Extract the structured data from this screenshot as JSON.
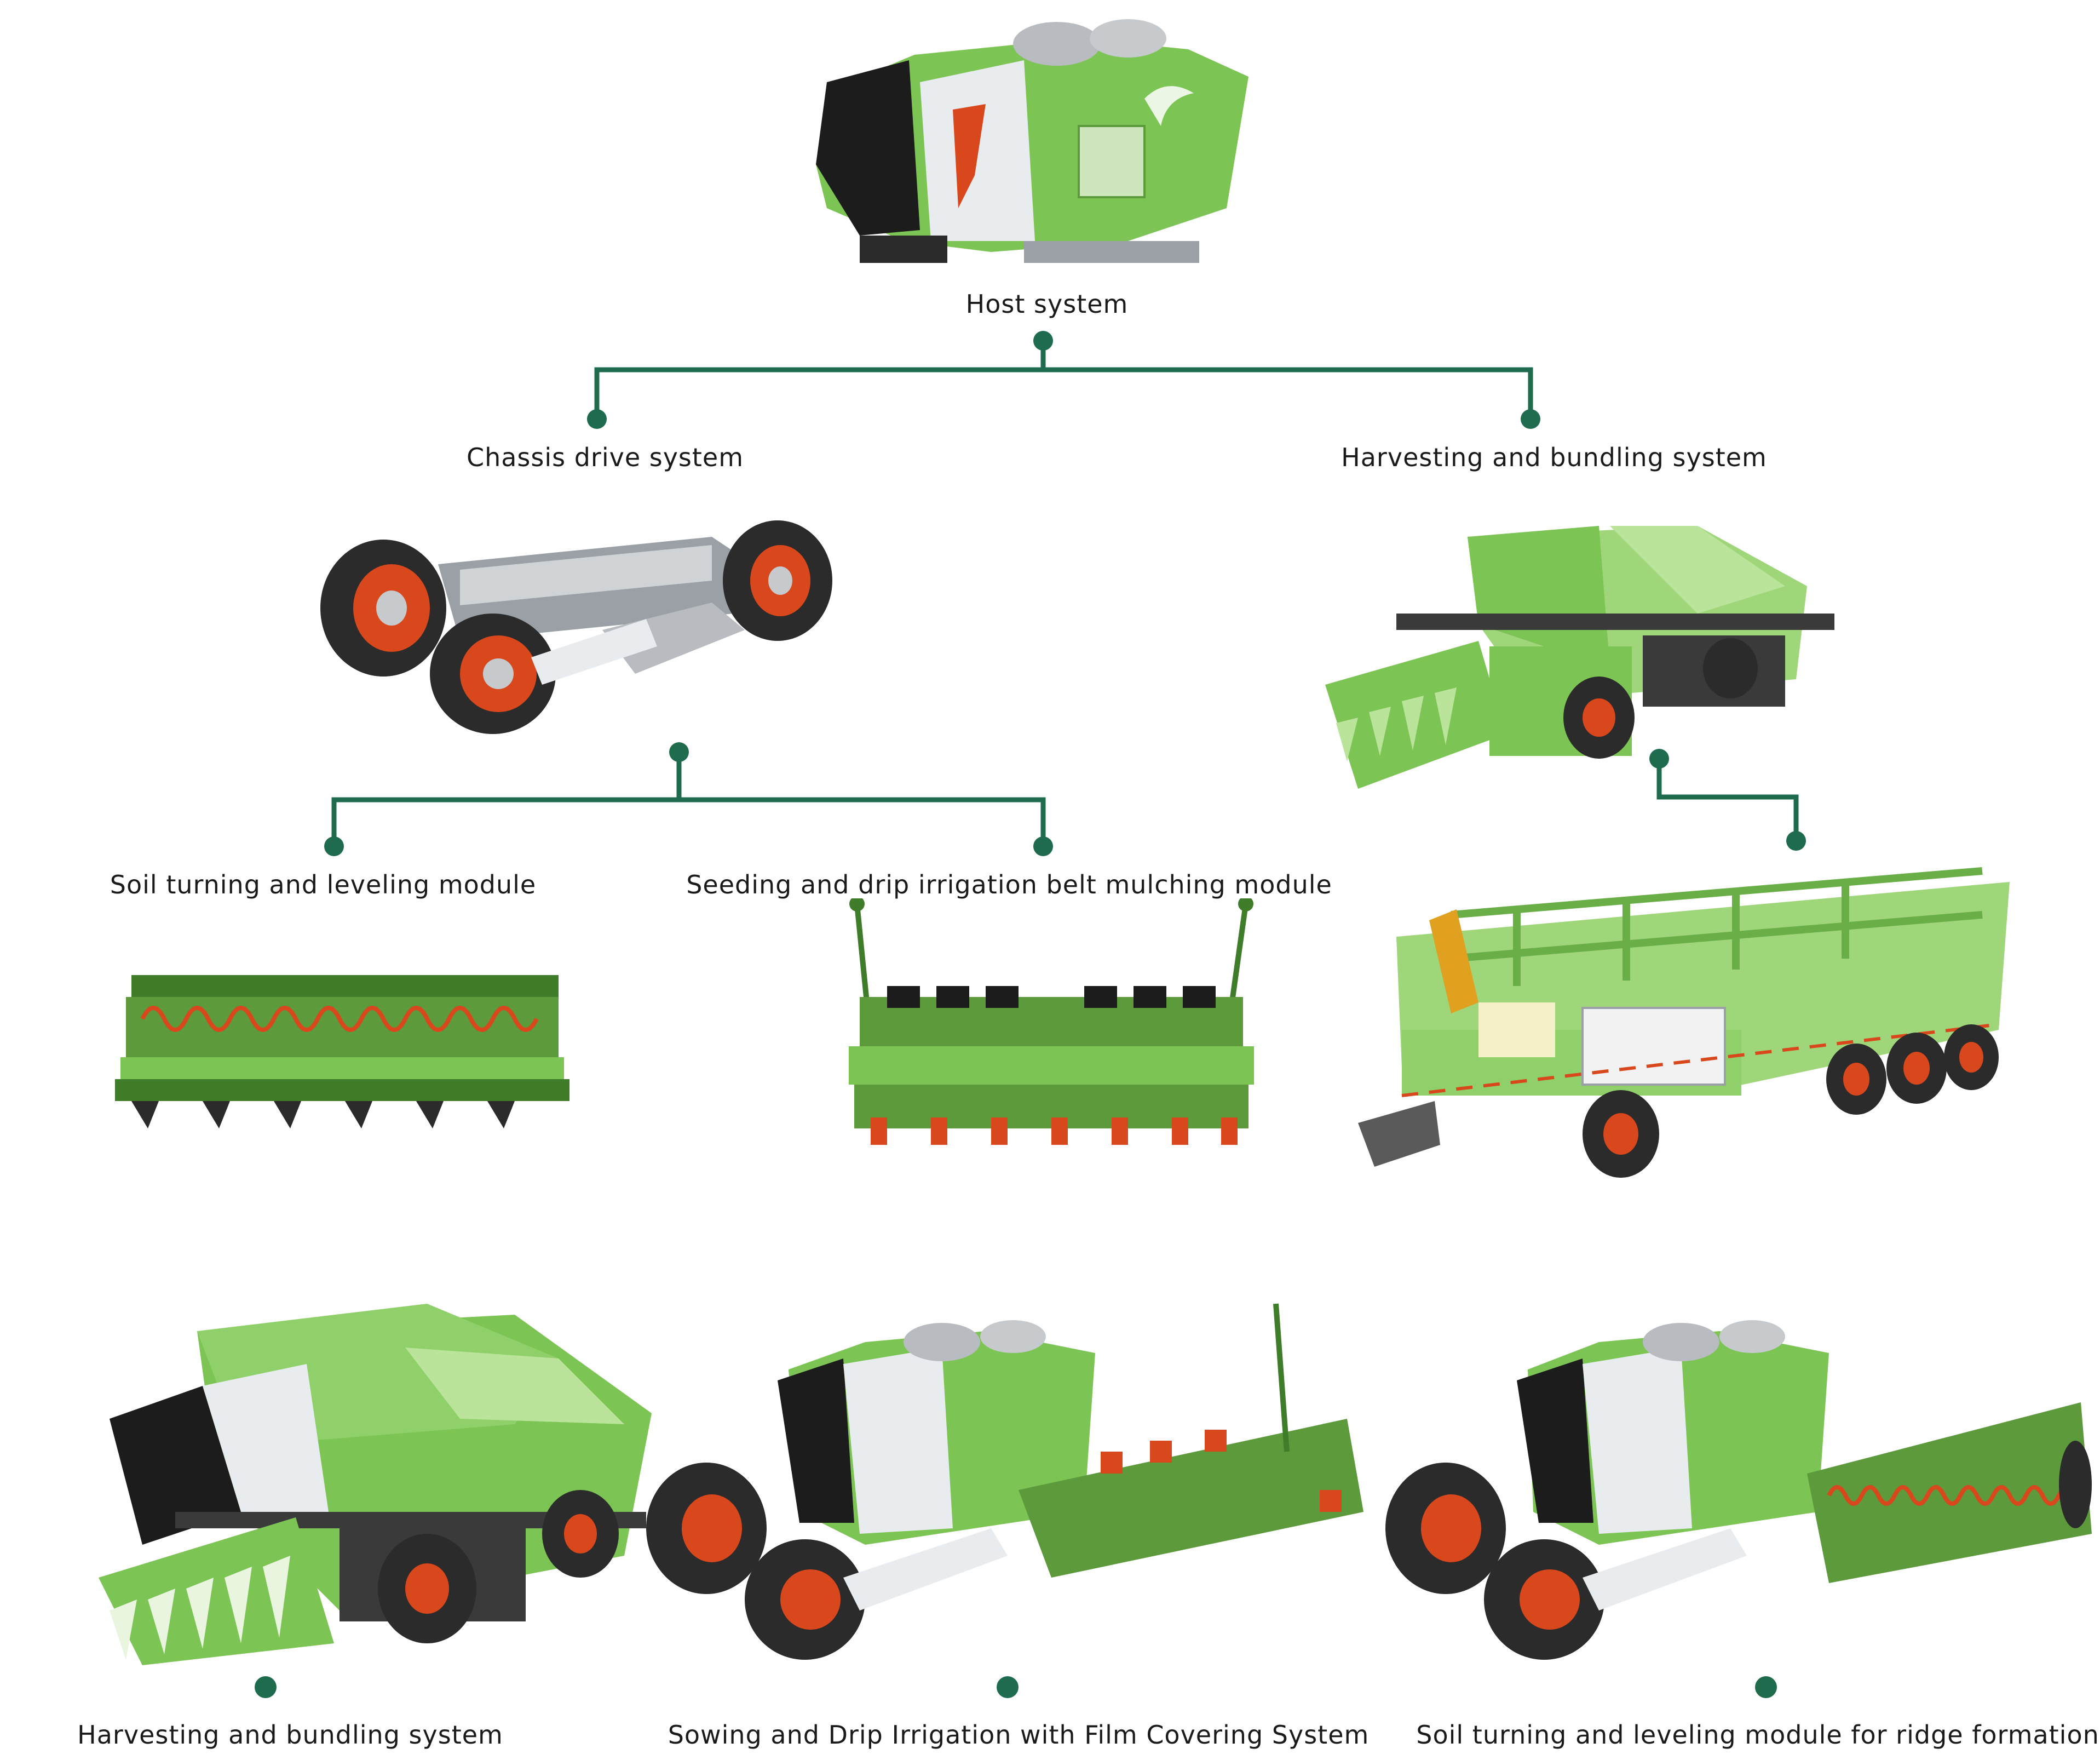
{
  "diagram": {
    "nodes": {
      "host": {
        "label": "Host system",
        "image": "host-vehicle-cab"
      },
      "chassis": {
        "label": "Chassis drive system",
        "image": "chassis-wheel-frame"
      },
      "harvest_top": {
        "label": "Harvesting and bundling system",
        "image": "harvester-module"
      },
      "soil_module": {
        "label": "Soil turning and leveling module",
        "image": "soil-roller-module"
      },
      "seeding_module": {
        "label": "Seeding and drip irrigation belt mulching module",
        "image": "seeder-module"
      },
      "trailer": {
        "label": "",
        "image": "bundling-trailer"
      },
      "combo_harvest": {
        "label": "Harvesting and bundling system",
        "image": "assembled-harvester"
      },
      "combo_sowing": {
        "label": "Sowing and Drip Irrigation with Film Covering System",
        "image": "assembled-sowing-machine"
      },
      "combo_soil": {
        "label": "Soil turning and leveling module for ridge formation",
        "image": "assembled-soil-machine"
      }
    },
    "colors": {
      "connector": "#1e6b4e",
      "machine_green": "#7cc453",
      "machine_light": "#b9e49a",
      "machine_dark": "#3f7d2b",
      "accent_orange": "#d9481c",
      "metal": "#b8bcc0",
      "tire": "#2b2b2b"
    }
  }
}
